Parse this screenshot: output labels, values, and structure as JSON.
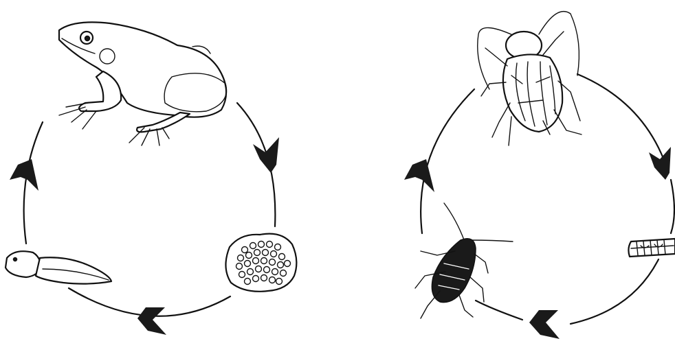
{
  "figure": {
    "panels": [
      {
        "id": "frog",
        "stages": [
          "adult-frog",
          "frog-eggs",
          "tadpole"
        ]
      },
      {
        "id": "cockroach",
        "stages": [
          "adult-cockroach",
          "egg-case",
          "nymph"
        ]
      }
    ],
    "arrow_color": "#1a1a1a",
    "line_color": "#111111"
  }
}
